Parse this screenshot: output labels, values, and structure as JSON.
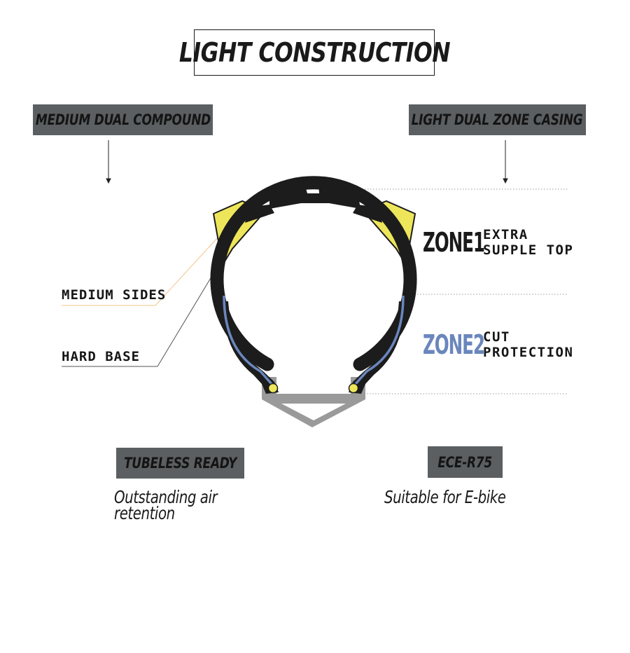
{
  "title": "LIGHT CONSTRUCTION",
  "labels": {
    "compound": "MEDIUM DUAL COMPOUND",
    "casing": "LIGHT DUAL ZONE CASING",
    "tubeless": "TUBELESS READY",
    "ece": "ECE-R75"
  },
  "callouts": {
    "medium_sides": "MEDIUM SIDES",
    "hard_base": "HARD BASE"
  },
  "zones": [
    {
      "name": "ZONE1",
      "line1": "EXTRA",
      "line2": "SUPPLE TOP",
      "color": "#1a1a1a"
    },
    {
      "name": "ZONE2",
      "line1": "CUT",
      "line2": "PROTECTION",
      "color": "#6a86bd"
    }
  ],
  "captions": {
    "tubeless_line1": "Outstanding air",
    "tubeless_line2": "retention",
    "ece": "Suitable for E-bike"
  },
  "colors": {
    "tread_yellow": "#eee65a",
    "casing_black": "#1c1c1c",
    "zone2_blue": "#6a86bd",
    "rim_grey": "#9a9a9a",
    "label_grey": "#5b5f62",
    "leader_orange": "#f2c48a"
  }
}
